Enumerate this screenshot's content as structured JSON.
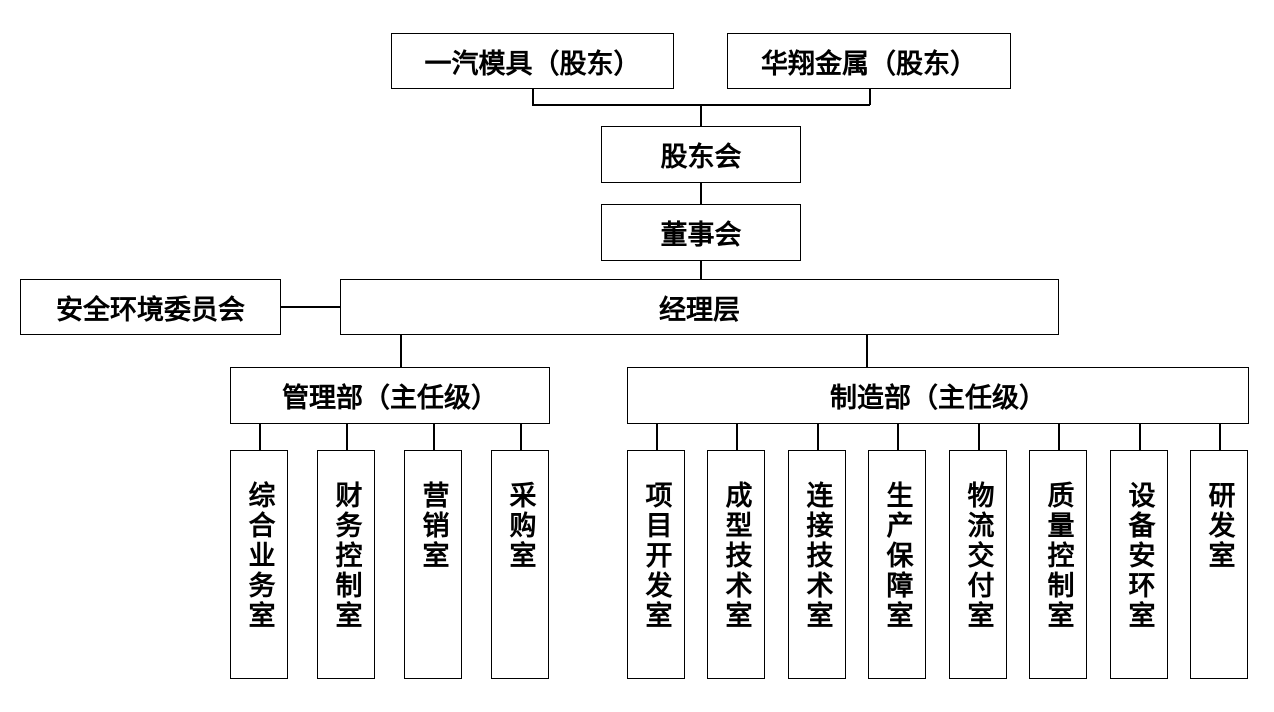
{
  "shareholders": {
    "left": "一汽模具（股东）",
    "right": "华翔金属（股东）"
  },
  "board": {
    "shareholder_meeting": "股东会",
    "directors": "董事会",
    "management": "经理层",
    "safety_committee": "安全环境委员会"
  },
  "management_dept": {
    "title": "管理部（主任级）",
    "offices": [
      "综合业务室",
      "财务控制室",
      "营销室",
      "采购室"
    ]
  },
  "manufacturing_dept": {
    "title": "制造部（主任级）",
    "offices": [
      "项目开发室",
      "成型技术室",
      "连接技术室",
      "生产保障室",
      "物流交付室",
      "质量控制室",
      "设备安环室",
      "研发室"
    ]
  }
}
